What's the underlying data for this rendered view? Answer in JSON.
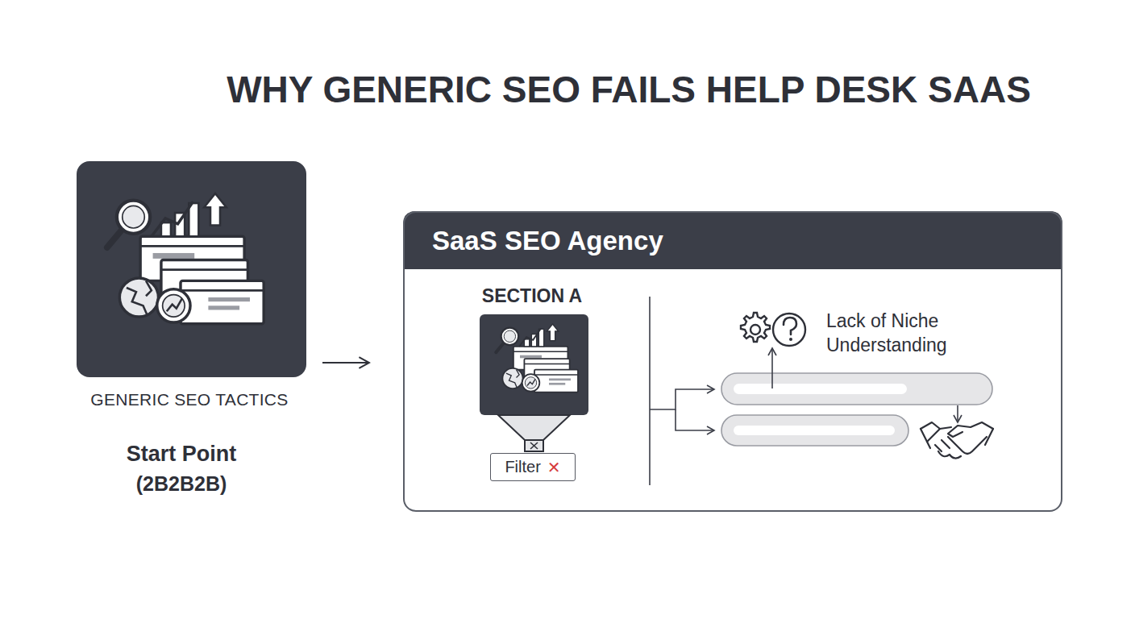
{
  "diagram": {
    "title": "WHY GENERIC SEO FAILS HELP DESK SAAS",
    "nodes": [
      {
        "text": [
          "GENERIC SEO TACTICS"
        ]
      },
      {
        "text": [
          "SaaS SEO Agency"
        ]
      },
      {
        "text": [
          "Filter",
          "✕"
        ],
        "in": 1
      }
    ],
    "edges": [
      {
        "from": 0,
        "to": 1,
        "arrow": "to"
      }
    ],
    "labels": [
      "Start Point",
      "(2B2B2B)",
      "SECTION A",
      "Lack of Niche Understanding"
    ]
  }
}
